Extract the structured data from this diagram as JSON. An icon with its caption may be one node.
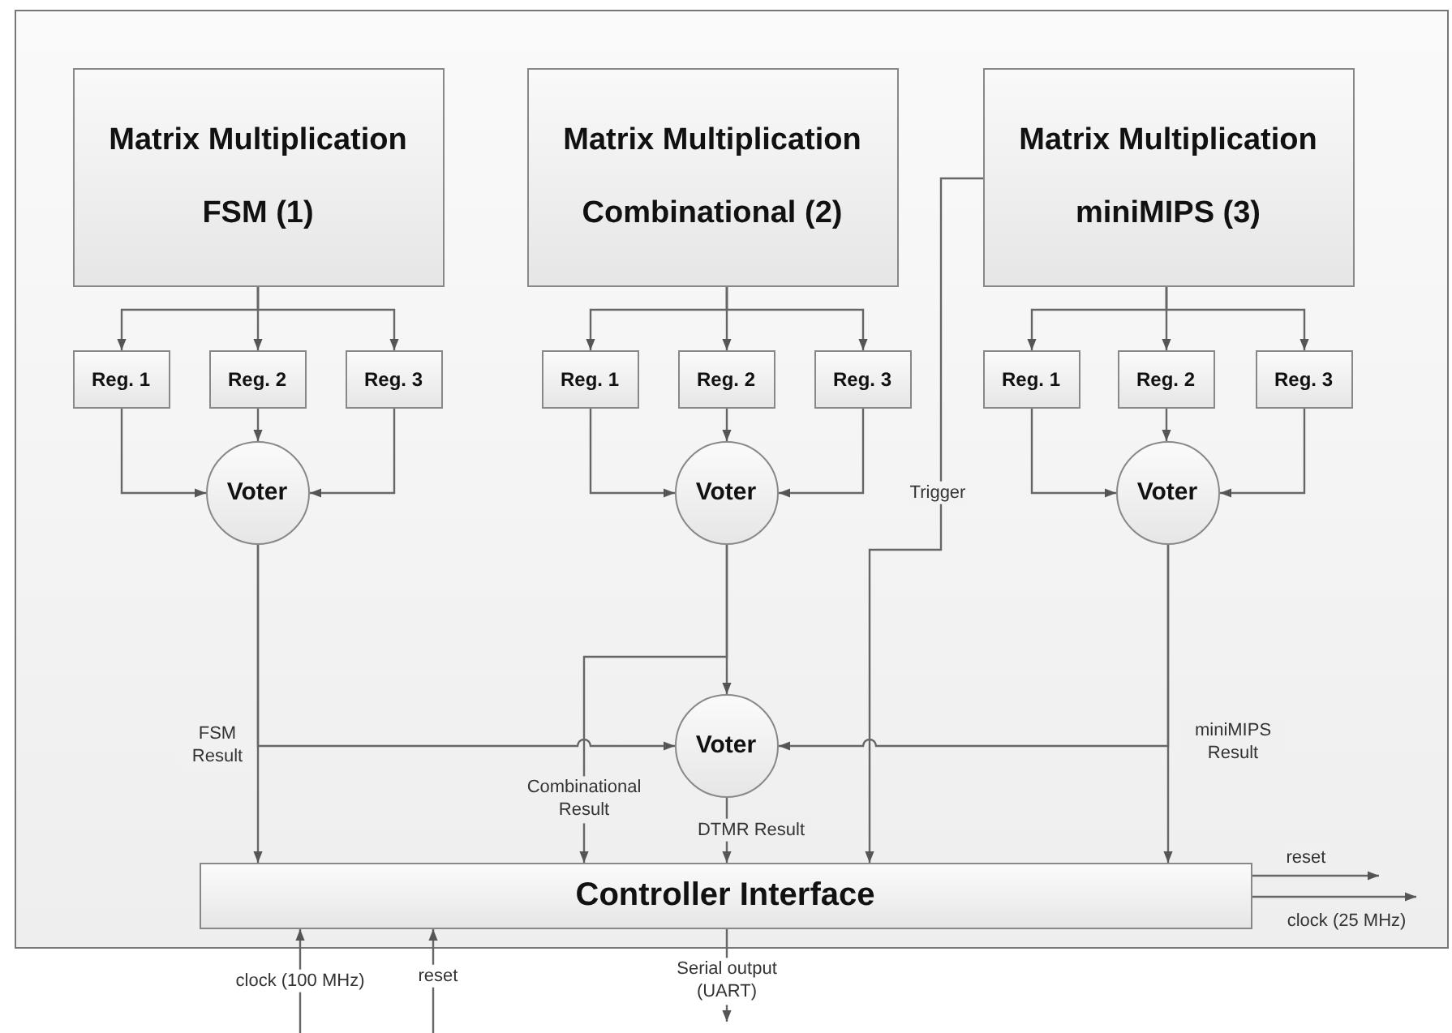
{
  "diagram": {
    "nodes": [
      {
        "text": [],
        "shape": "box"
      },
      {
        "text": [
          "Matrix Multiplication",
          "FSM (1)"
        ],
        "in": 0
      },
      {
        "text": [
          "Reg. 1"
        ],
        "in": 0
      },
      {
        "text": [
          "Reg. 2"
        ],
        "in": 0
      },
      {
        "text": [
          "Reg. 3"
        ],
        "in": 0
      },
      {
        "text": [
          "Voter"
        ],
        "in": 0
      },
      {
        "text": [
          "Matrix Multiplication",
          "Combinational (2)"
        ],
        "in": 0
      },
      {
        "text": [
          "Reg. 1"
        ],
        "in": 0
      },
      {
        "text": [
          "Reg. 2"
        ],
        "in": 0
      },
      {
        "text": [
          "Reg. 3"
        ],
        "in": 0
      },
      {
        "text": [
          "Voter"
        ],
        "in": 0
      },
      {
        "text": [
          "Matrix Multiplication",
          "miniMIPS (3)"
        ],
        "in": 0
      },
      {
        "text": [
          "Reg. 1"
        ],
        "in": 0
      },
      {
        "text": [
          "Reg. 2"
        ],
        "in": 0
      },
      {
        "text": [
          "Reg. 3"
        ],
        "in": 0
      },
      {
        "text": [
          "Voter"
        ],
        "in": 0
      },
      {
        "text": [
          "Voter"
        ],
        "in": 0
      },
      {
        "text": [
          "Controller Interface"
        ],
        "in": 0
      }
    ],
    "edges": [
      {
        "from": 1,
        "to": 2,
        "arrow": "to"
      },
      {
        "from": 1,
        "to": 3,
        "arrow": "to"
      },
      {
        "from": 1,
        "to": 4,
        "arrow": "to"
      },
      {
        "from": 2,
        "to": 5,
        "arrow": "to"
      },
      {
        "from": 3,
        "to": 5,
        "arrow": "to"
      },
      {
        "from": 4,
        "to": 5,
        "arrow": "to"
      },
      {
        "from": 6,
        "to": 7,
        "arrow": "to"
      },
      {
        "from": 6,
        "to": 8,
        "arrow": "to"
      },
      {
        "from": 6,
        "to": 9,
        "arrow": "to"
      },
      {
        "from": 7,
        "to": 10,
        "arrow": "to"
      },
      {
        "from": 8,
        "to": 10,
        "arrow": "to"
      },
      {
        "from": 9,
        "to": 10,
        "arrow": "to"
      },
      {
        "from": 11,
        "to": 12,
        "arrow": "to"
      },
      {
        "from": 11,
        "to": 13,
        "arrow": "to"
      },
      {
        "from": 11,
        "to": 14,
        "arrow": "to"
      },
      {
        "from": 12,
        "to": 15,
        "arrow": "to"
      },
      {
        "from": 13,
        "to": 15,
        "arrow": "to"
      },
      {
        "from": 14,
        "to": 15,
        "arrow": "to"
      },
      {
        "from": 5,
        "to": 17,
        "arrow": "to",
        "label": "FSM Result"
      },
      {
        "from": 5,
        "to": 16,
        "arrow": "to"
      },
      {
        "from": 10,
        "to": 16,
        "arrow": "to"
      },
      {
        "from": 10,
        "to": 17,
        "arrow": "to",
        "label": "Combinational Result"
      },
      {
        "from": 15,
        "to": 17,
        "arrow": "to",
        "label": "miniMIPS Result"
      },
      {
        "from": 15,
        "to": 16,
        "arrow": "to"
      },
      {
        "from": 16,
        "to": 17,
        "arrow": "to",
        "label": "DTMR Result"
      },
      {
        "from": 11,
        "to": 17,
        "arrow": "to",
        "label": "Trigger"
      },
      {
        "from": 17,
        "to": null,
        "arrow": "to",
        "label": "reset"
      },
      {
        "from": 17,
        "to": null,
        "arrow": "to",
        "label": "clock (25 MHz)"
      },
      {
        "from": null,
        "to": 17,
        "arrow": "to",
        "label": "clock (100 MHz)"
      },
      {
        "from": null,
        "to": 17,
        "arrow": "to",
        "label": "reset"
      },
      {
        "from": 17,
        "to": null,
        "arrow": "to",
        "label": "Serial output (UART)"
      }
    ]
  }
}
